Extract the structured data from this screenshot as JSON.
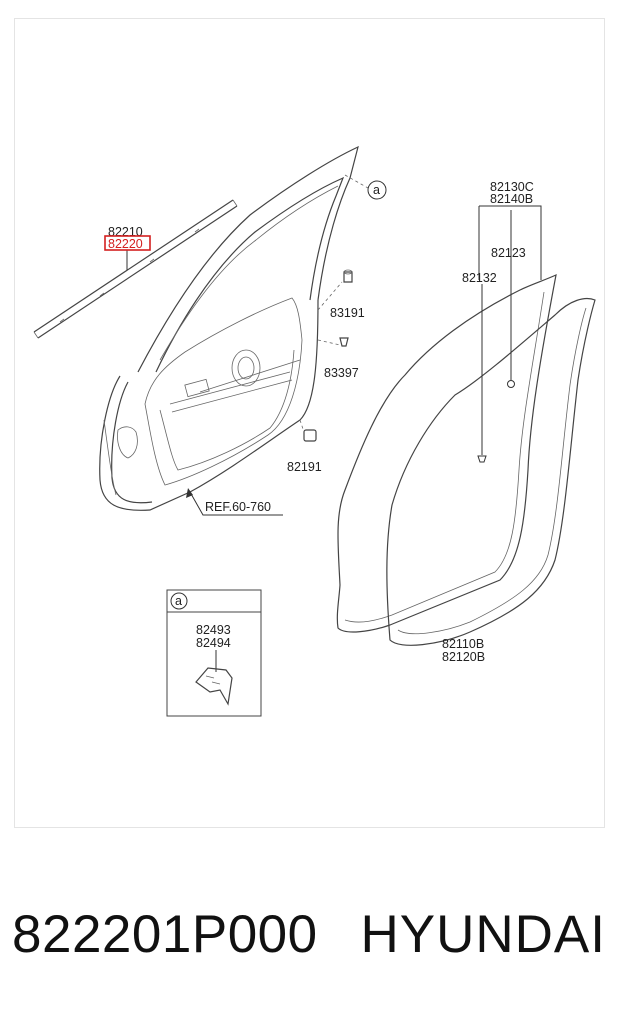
{
  "diagram": {
    "callout_a": "a",
    "labels": {
      "p82210": "82210",
      "p82220": "82220",
      "p83191": "83191",
      "p83397": "83397",
      "p82191": "82191",
      "ref": "REF.60-760",
      "p82130c": "82130C",
      "p82140b": "82140B",
      "p82123": "82123",
      "p82132": "82132",
      "p82110b": "82110B",
      "p82120b": "82120B"
    },
    "inset": {
      "callout": "a",
      "line1": "82493",
      "line2": "82494"
    },
    "highlight_color": "#d42020"
  },
  "footer": {
    "part_number": "822201P000",
    "brand": "HYUNDAI"
  }
}
